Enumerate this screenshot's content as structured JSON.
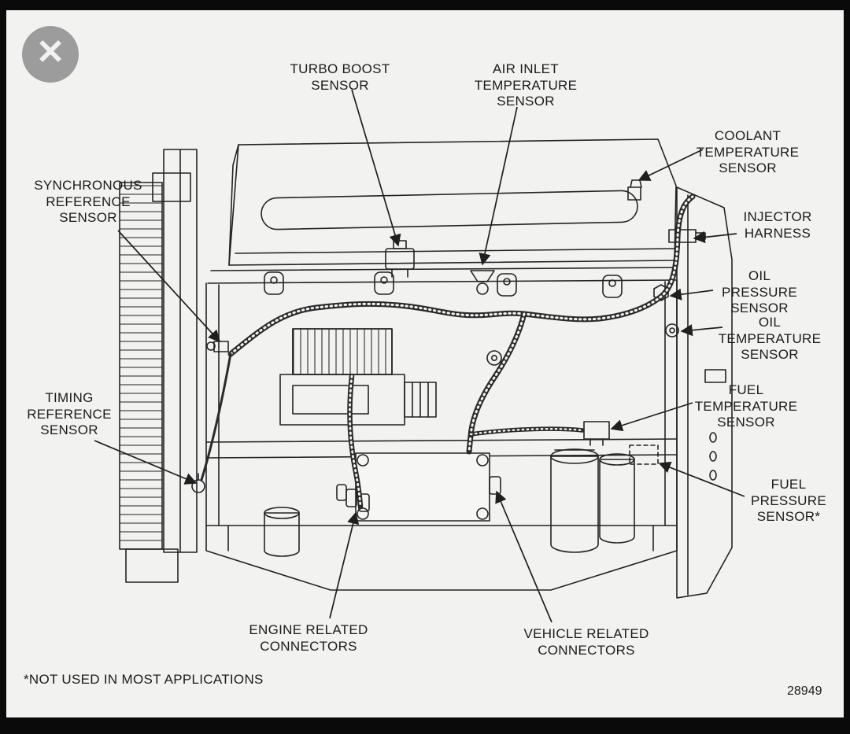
{
  "colors": {
    "paper": "#f2f2f1",
    "frame": "#0a0a0a",
    "ink": "#1f1f1f",
    "close_gray": "#9c9c9c"
  },
  "close_button": {
    "glyph": "✕"
  },
  "diagram": {
    "figure_number": "28949",
    "footnote": "*NOT USED IN MOST APPLICATIONS",
    "labels": [
      {
        "name": "turbo-boost-sensor",
        "text": "TURBO BOOST\nSENSOR"
      },
      {
        "name": "air-inlet-temperature-sensor",
        "text": "AIR INLET\nTEMPERATURE\nSENSOR"
      },
      {
        "name": "coolant-temperature-sensor",
        "text": "COOLANT\nTEMPERATURE\nSENSOR"
      },
      {
        "name": "injector-harness",
        "text": "INJECTOR\nHARNESS"
      },
      {
        "name": "oil-pressure-sensor",
        "text": "OIL PRESSURE\nSENSOR"
      },
      {
        "name": "oil-temperature-sensor",
        "text": "OIL\nTEMPERATURE\nSENSOR"
      },
      {
        "name": "synchronous-reference-sensor",
        "text": "SYNCHRONOUS\nREFERENCE\nSENSOR"
      },
      {
        "name": "timing-reference-sensor",
        "text": "TIMING\nREFERENCE\nSENSOR"
      },
      {
        "name": "fuel-temperature-sensor",
        "text": "FUEL\nTEMPERATURE\nSENSOR"
      },
      {
        "name": "fuel-pressure-sensor",
        "text": "FUEL\nPRESSURE\nSENSOR*"
      },
      {
        "name": "engine-related-connectors",
        "text": "ENGINE RELATED\nCONNECTORS"
      },
      {
        "name": "vehicle-related-connectors",
        "text": "VEHICLE RELATED\nCONNECTORS"
      }
    ]
  }
}
